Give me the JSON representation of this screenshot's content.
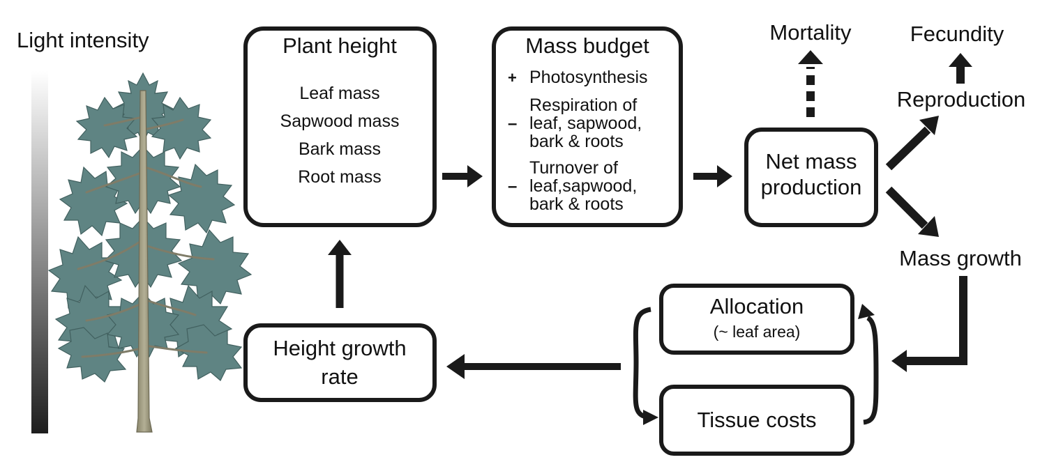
{
  "light": {
    "label": "Light intensity"
  },
  "boxes": {
    "plant_height": {
      "title": "Plant height",
      "items": [
        "Leaf mass",
        "Sapwood mass",
        "Bark mass",
        "Root mass"
      ]
    },
    "mass_budget": {
      "title": "Mass budget",
      "plus_sign": "+",
      "minus_sign": "–",
      "photosynthesis": "Photosynthesis",
      "respiration": [
        "Respiration of",
        "leaf, sapwood,",
        "bark & roots"
      ],
      "turnover": [
        "Turnover of",
        "leaf,sapwood,",
        "bark & roots"
      ]
    },
    "net_mass": {
      "lines": [
        "Net mass",
        "production"
      ]
    },
    "height_growth": {
      "lines": [
        "Height growth",
        "rate"
      ]
    },
    "allocation": {
      "title": "Allocation",
      "subtitle": "(~ leaf area)"
    },
    "tissue_costs": {
      "title": "Tissue costs"
    }
  },
  "labels": {
    "mortality": "Mortality",
    "fecundity": "Fecundity",
    "reproduction": "Reproduction",
    "mass_growth": "Mass growth"
  },
  "colors": {
    "stroke": "#1a1a1a",
    "foliage": "#5f8483",
    "trunk": "#9e9a80",
    "gradient_top": "#ffffff",
    "gradient_bottom": "#1e1e1e"
  }
}
